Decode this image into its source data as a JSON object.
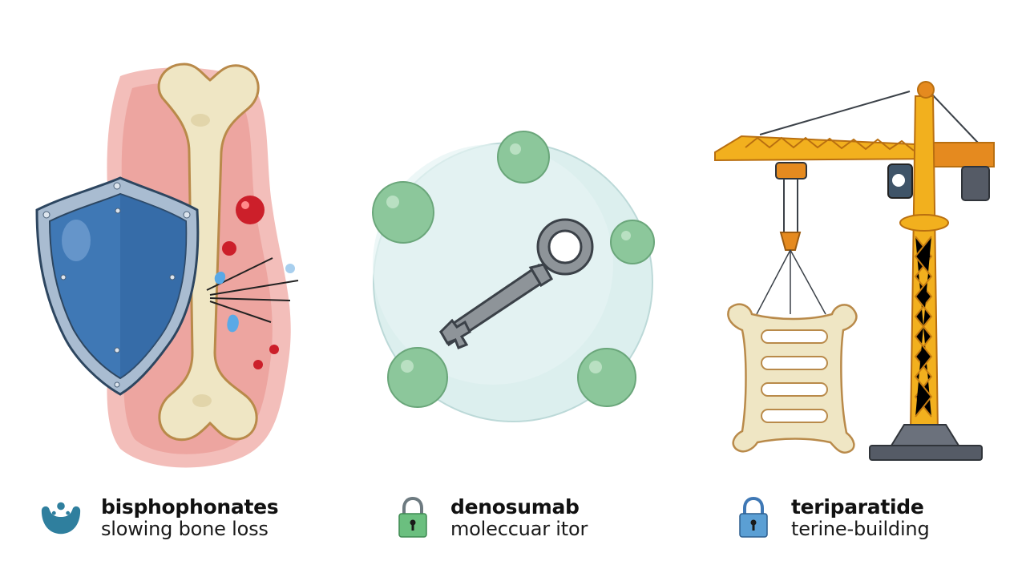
{
  "panels": [
    {
      "id": "bisphosphonates",
      "title": "bisphophonates",
      "subtitle": "slowing bone loss",
      "icon": "people-group-icon",
      "icon_color": "#2f7f9e",
      "illustration": "shield-protecting-bone"
    },
    {
      "id": "denosumab",
      "title": "denosumab",
      "subtitle": "moleccuar itor",
      "icon": "padlock-icon",
      "icon_color": "#6bbf7f",
      "illustration": "key-in-cell-with-molecules"
    },
    {
      "id": "teriparatide",
      "title": "teriparatide",
      "subtitle": "terine-building",
      "icon": "padlock-icon",
      "icon_color": "#5b9fd4",
      "illustration": "crane-lifting-bone-scaffold"
    }
  ],
  "colors": {
    "bone": "#efe6c4",
    "bone_outline": "#b98a4a",
    "inflamed_tissue": "#eda5a0",
    "shield_blue": "#3f78b5",
    "shield_rim": "#a9bcd1",
    "cell_fill": "#dcefee",
    "molecule_green": "#8cc79b",
    "key_gray": "#8e9499",
    "crane_yellow": "#f2b01e",
    "crane_orange": "#e58a1f",
    "crane_base": "#555b66"
  }
}
